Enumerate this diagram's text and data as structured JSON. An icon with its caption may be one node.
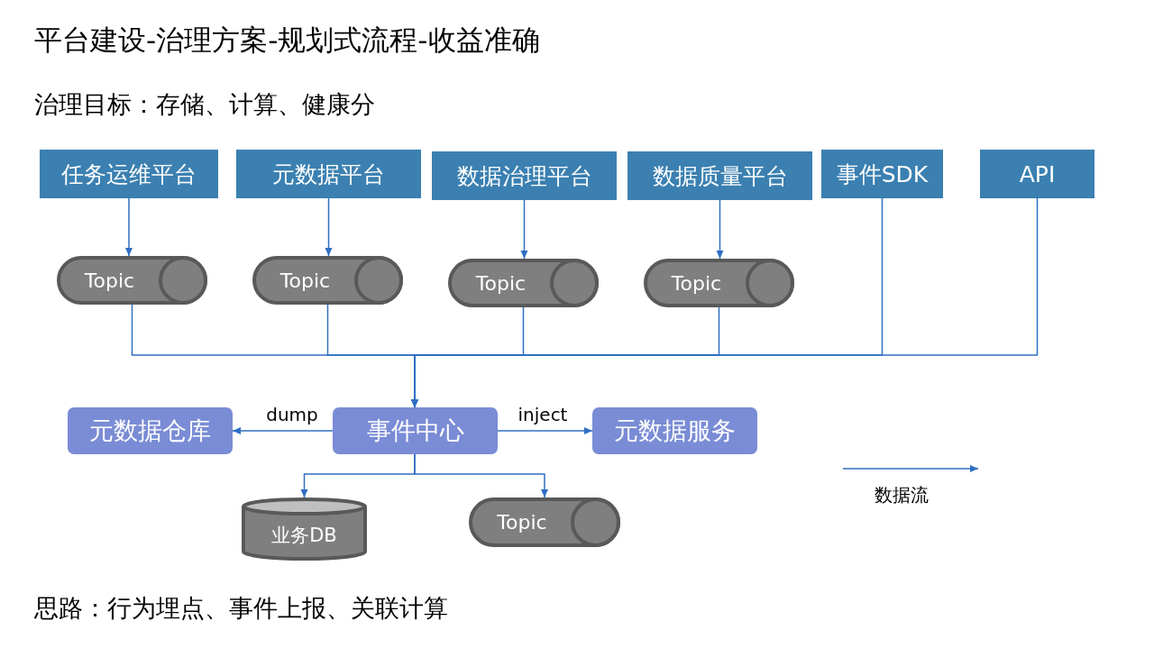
{
  "diagram": {
    "title": "平台建设-治理方案-规划式流程-收益准确",
    "nodes": [
      {
        "text": [
          "任务运维平台"
        ]
      },
      {
        "text": [
          "元数据平台"
        ]
      },
      {
        "text": [
          "数据治理平台"
        ]
      },
      {
        "text": [
          "数据质量平台"
        ]
      },
      {
        "text": [
          "事件SDK"
        ]
      },
      {
        "text": [
          "API"
        ]
      },
      {
        "text": [
          "Topic"
        ]
      },
      {
        "text": [
          "Topic"
        ]
      },
      {
        "text": [
          "Topic"
        ]
      },
      {
        "text": [
          "Topic"
        ]
      },
      {
        "text": [
          "元数据仓库"
        ]
      },
      {
        "text": [
          "事件中心"
        ]
      },
      {
        "text": [
          "元数据服务"
        ]
      },
      {
        "text": [
          "业务DB"
        ]
      },
      {
        "text": [
          "Topic"
        ]
      }
    ],
    "edges": [
      {
        "from": 0,
        "to": 6,
        "arrow": "to"
      },
      {
        "from": 1,
        "to": 7,
        "arrow": "to"
      },
      {
        "from": 2,
        "to": 8,
        "arrow": "to"
      },
      {
        "from": 3,
        "to": 9,
        "arrow": "to"
      },
      {
        "from": 6,
        "to": 11,
        "arrow": "to"
      },
      {
        "from": 7,
        "to": 11,
        "arrow": "to"
      },
      {
        "from": 8,
        "to": 11,
        "arrow": "to"
      },
      {
        "from": 9,
        "to": 11,
        "arrow": "to"
      },
      {
        "from": 4,
        "to": 11,
        "arrow": "to"
      },
      {
        "from": 5,
        "to": 11,
        "arrow": "to"
      },
      {
        "from": 11,
        "to": 10,
        "arrow": "to",
        "label": "dump"
      },
      {
        "from": 11,
        "to": 12,
        "arrow": "to",
        "label": "inject"
      },
      {
        "from": 11,
        "to": 13,
        "arrow": "to"
      },
      {
        "from": 11,
        "to": 14,
        "arrow": "to"
      }
    ],
    "labels": [
      "治理目标：存储、计算、健康分",
      "思路：行为埋点、事件上报、关联计算"
    ],
    "legend": [
      {
        "text": "数据流"
      }
    ]
  }
}
